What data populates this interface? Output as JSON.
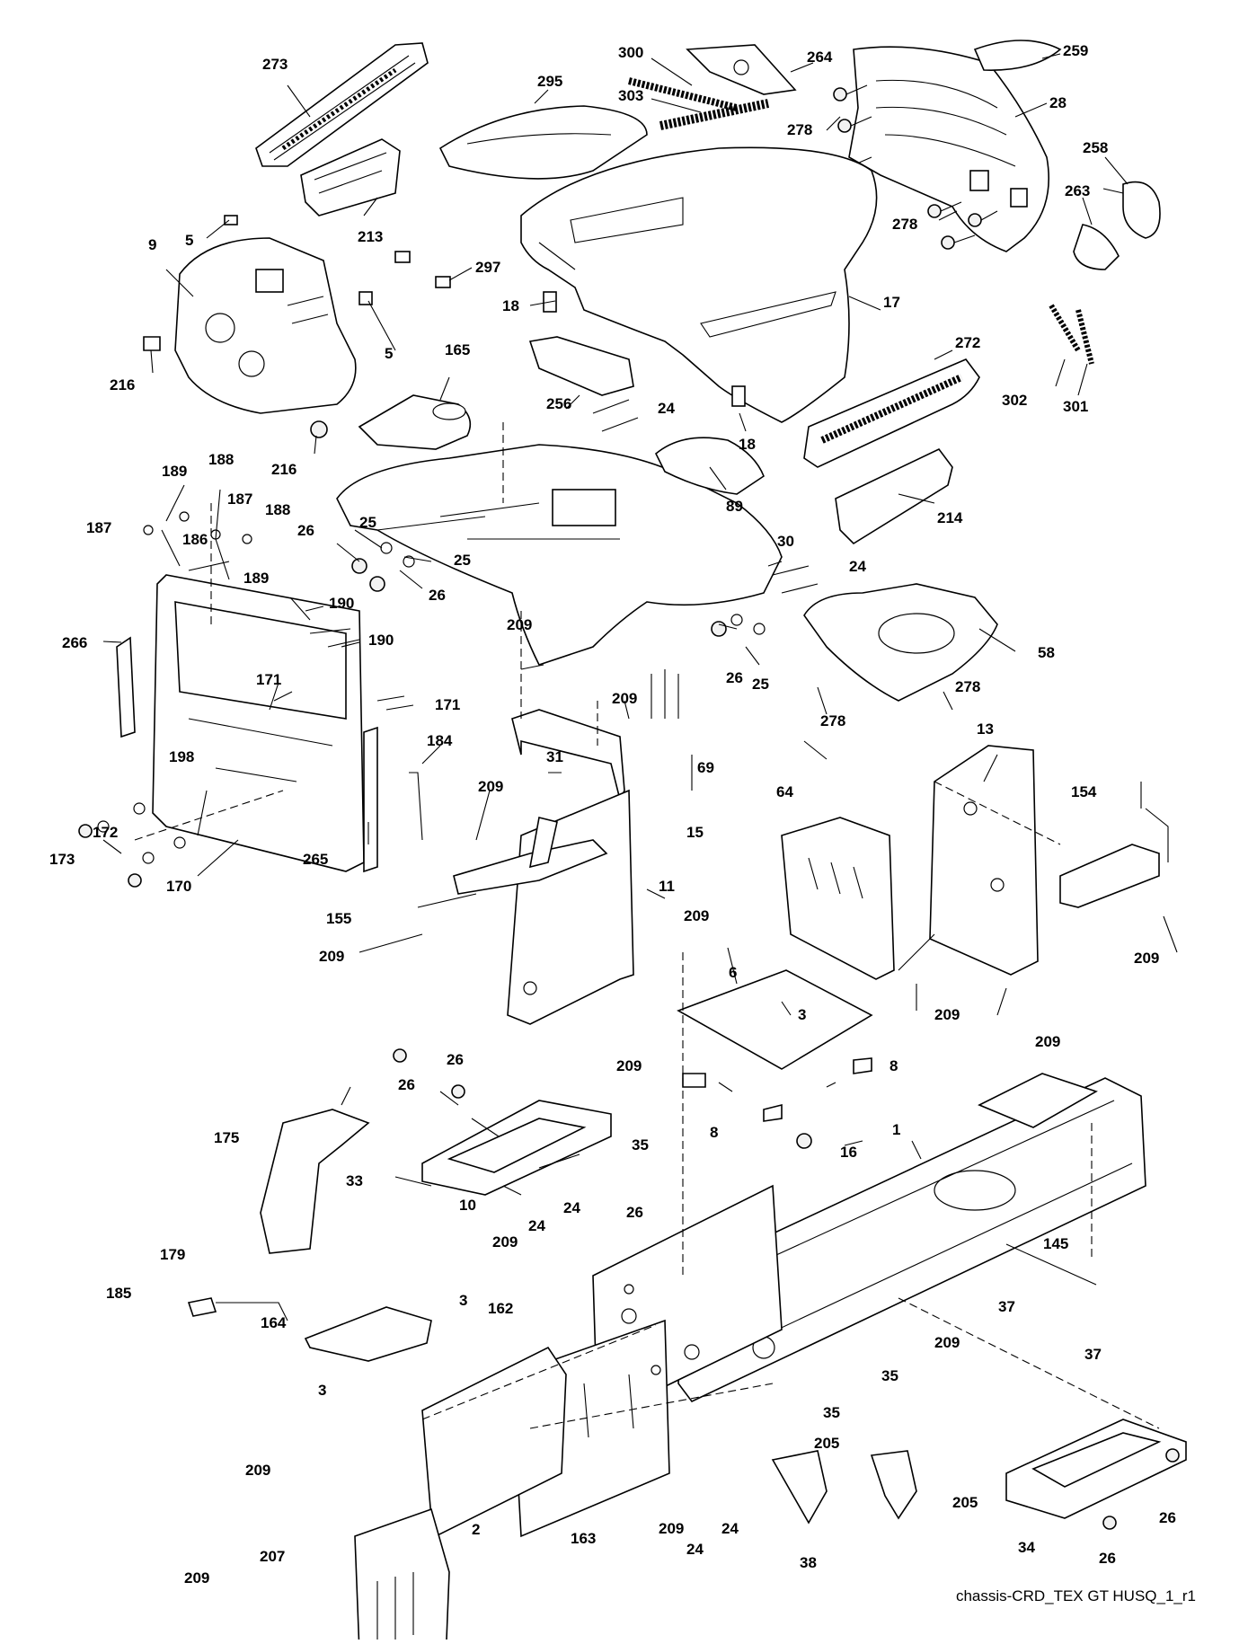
{
  "diagram": {
    "caption": "chassis-CRD_TEX GT HUSQ_1_r1",
    "callouts": [
      {
        "id": "c273",
        "text": "273"
      },
      {
        "id": "c295",
        "text": "295"
      },
      {
        "id": "c300",
        "text": "300"
      },
      {
        "id": "c303",
        "text": "303"
      },
      {
        "id": "c264",
        "text": "264"
      },
      {
        "id": "c278a",
        "text": "278"
      },
      {
        "id": "c259",
        "text": "259"
      },
      {
        "id": "c28",
        "text": "28"
      },
      {
        "id": "c258",
        "text": "258"
      },
      {
        "id": "c263",
        "text": "263"
      },
      {
        "id": "c278b",
        "text": "278"
      },
      {
        "id": "c213",
        "text": "213"
      },
      {
        "id": "c5a",
        "text": "5"
      },
      {
        "id": "c297",
        "text": "297"
      },
      {
        "id": "c9",
        "text": "9"
      },
      {
        "id": "c18a",
        "text": "18"
      },
      {
        "id": "c17",
        "text": "17"
      },
      {
        "id": "c5b",
        "text": "5"
      },
      {
        "id": "c165",
        "text": "165"
      },
      {
        "id": "c216a",
        "text": "216"
      },
      {
        "id": "c256",
        "text": "256"
      },
      {
        "id": "c24a",
        "text": "24"
      },
      {
        "id": "c272",
        "text": "272"
      },
      {
        "id": "c302",
        "text": "302"
      },
      {
        "id": "c301",
        "text": "301"
      },
      {
        "id": "c18b",
        "text": "18"
      },
      {
        "id": "c216b",
        "text": "216"
      },
      {
        "id": "c188a",
        "text": "188"
      },
      {
        "id": "c189a",
        "text": "189"
      },
      {
        "id": "c89",
        "text": "89"
      },
      {
        "id": "c187a",
        "text": "187"
      },
      {
        "id": "c187b",
        "text": "187"
      },
      {
        "id": "c188b",
        "text": "188"
      },
      {
        "id": "c214",
        "text": "214"
      },
      {
        "id": "c186",
        "text": "186"
      },
      {
        "id": "c25a",
        "text": "25"
      },
      {
        "id": "c26a",
        "text": "26"
      },
      {
        "id": "c30",
        "text": "30"
      },
      {
        "id": "c25b",
        "text": "25"
      },
      {
        "id": "c189b",
        "text": "189"
      },
      {
        "id": "c24b",
        "text": "24"
      },
      {
        "id": "c26b",
        "text": "26"
      },
      {
        "id": "c190a",
        "text": "190"
      },
      {
        "id": "c209a",
        "text": "209"
      },
      {
        "id": "c266",
        "text": "266"
      },
      {
        "id": "c190b",
        "text": "190"
      },
      {
        "id": "c58",
        "text": "58"
      },
      {
        "id": "c26c",
        "text": "26"
      },
      {
        "id": "c25c",
        "text": "25"
      },
      {
        "id": "c171a",
        "text": "171"
      },
      {
        "id": "c278c",
        "text": "278"
      },
      {
        "id": "c209b",
        "text": "209"
      },
      {
        "id": "c171b",
        "text": "171"
      },
      {
        "id": "c278d",
        "text": "278"
      },
      {
        "id": "c13",
        "text": "13"
      },
      {
        "id": "c184",
        "text": "184"
      },
      {
        "id": "c31",
        "text": "31"
      },
      {
        "id": "c69",
        "text": "69"
      },
      {
        "id": "c198",
        "text": "198"
      },
      {
        "id": "c209c",
        "text": "209"
      },
      {
        "id": "c64",
        "text": "64"
      },
      {
        "id": "c154",
        "text": "154"
      },
      {
        "id": "c172",
        "text": "172"
      },
      {
        "id": "c15",
        "text": "15"
      },
      {
        "id": "c173",
        "text": "173"
      },
      {
        "id": "c265",
        "text": "265"
      },
      {
        "id": "c11",
        "text": "11"
      },
      {
        "id": "c170",
        "text": "170"
      },
      {
        "id": "c155",
        "text": "155"
      },
      {
        "id": "c209d",
        "text": "209"
      },
      {
        "id": "c209e",
        "text": "209"
      },
      {
        "id": "c6",
        "text": "6"
      },
      {
        "id": "c209f",
        "text": "209"
      },
      {
        "id": "c3a",
        "text": "3"
      },
      {
        "id": "c209g",
        "text": "209"
      },
      {
        "id": "c209h",
        "text": "209"
      },
      {
        "id": "c26d",
        "text": "26"
      },
      {
        "id": "c209i",
        "text": "209"
      },
      {
        "id": "c8a",
        "text": "8"
      },
      {
        "id": "c26e",
        "text": "26"
      },
      {
        "id": "c8b",
        "text": "8"
      },
      {
        "id": "c175",
        "text": "175"
      },
      {
        "id": "c35a",
        "text": "35"
      },
      {
        "id": "c16",
        "text": "16"
      },
      {
        "id": "c1",
        "text": "1"
      },
      {
        "id": "c33",
        "text": "33"
      },
      {
        "id": "c10",
        "text": "10"
      },
      {
        "id": "c24c",
        "text": "24"
      },
      {
        "id": "c24d",
        "text": "24"
      },
      {
        "id": "c26f",
        "text": "26"
      },
      {
        "id": "c209j",
        "text": "209"
      },
      {
        "id": "c145",
        "text": "145"
      },
      {
        "id": "c179",
        "text": "179"
      },
      {
        "id": "c185",
        "text": "185"
      },
      {
        "id": "c3b",
        "text": "3"
      },
      {
        "id": "c162",
        "text": "162"
      },
      {
        "id": "c37a",
        "text": "37"
      },
      {
        "id": "c164",
        "text": "164"
      },
      {
        "id": "c209k",
        "text": "209"
      },
      {
        "id": "c37b",
        "text": "37"
      },
      {
        "id": "c35b",
        "text": "35"
      },
      {
        "id": "c3c",
        "text": "3"
      },
      {
        "id": "c35c",
        "text": "35"
      },
      {
        "id": "c205a",
        "text": "205"
      },
      {
        "id": "c209l",
        "text": "209"
      },
      {
        "id": "c205b",
        "text": "205"
      },
      {
        "id": "c26g",
        "text": "26"
      },
      {
        "id": "c209m",
        "text": "209"
      },
      {
        "id": "c24e",
        "text": "24"
      },
      {
        "id": "c2",
        "text": "2"
      },
      {
        "id": "c163",
        "text": "163"
      },
      {
        "id": "c24f",
        "text": "24"
      },
      {
        "id": "c34",
        "text": "34"
      },
      {
        "id": "c26h",
        "text": "26"
      },
      {
        "id": "c207",
        "text": "207"
      },
      {
        "id": "c38",
        "text": "38"
      },
      {
        "id": "c209n",
        "text": "209"
      }
    ]
  }
}
